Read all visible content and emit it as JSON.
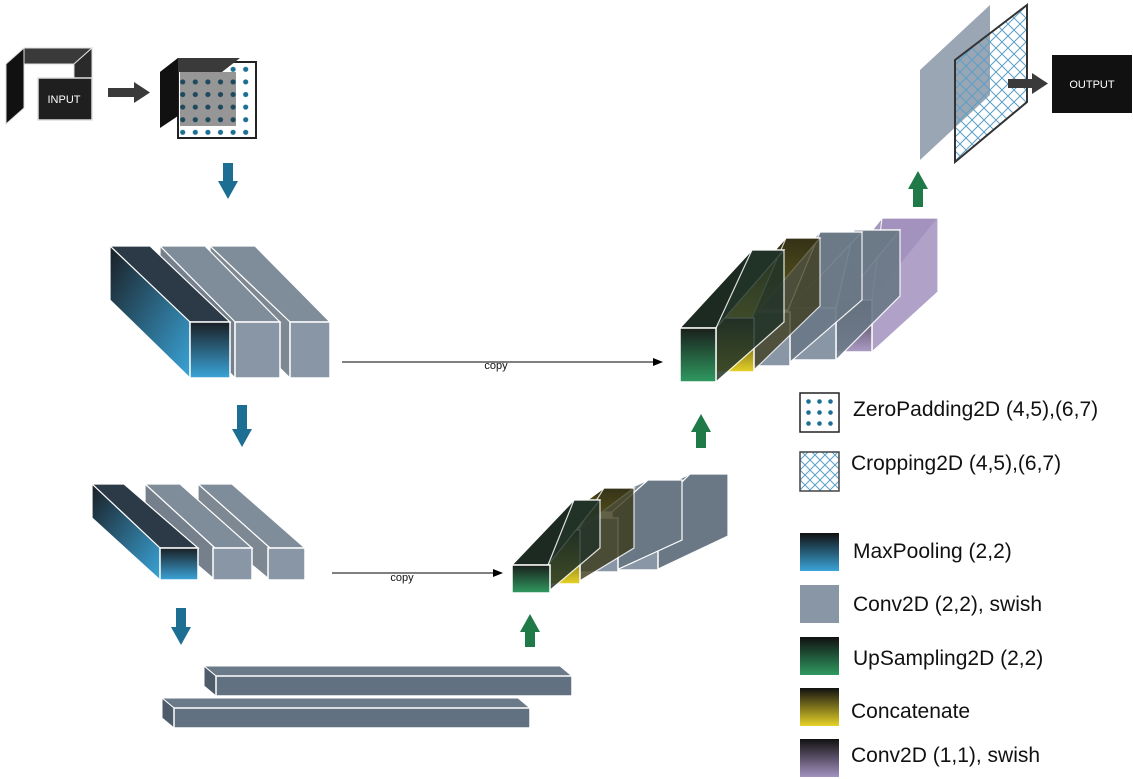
{
  "blocks": {
    "input": "INPUT",
    "output": "OUTPUT"
  },
  "connections": {
    "copy_top": "copy",
    "copy_bottom": "copy"
  },
  "legend": {
    "zeropad": "ZeroPadding2D (4,5),(6,7)",
    "cropping": "Cropping2D (4,5),(6,7)",
    "maxpool": "MaxPooling (2,2)",
    "conv": "Conv2D (2,2), swish",
    "upsample": "UpSampling2D (2,2)",
    "concat": "Concatenate",
    "conv11": "Conv2D (1,1), swish"
  },
  "colors": {
    "maxpool": "#2a8bbf",
    "conv": "#8896a6",
    "upsample": "#2a7d52",
    "concat": "#c9b91c",
    "conv11": "#8a7aa3",
    "arrow_down": "#1d6e93",
    "arrow_up": "#1f7a48",
    "dark_block": "#1c1c1c"
  },
  "icons": {
    "down_arrow": "arrow-down-icon",
    "up_arrow": "arrow-up-icon",
    "right_arrow": "arrow-right-icon"
  }
}
